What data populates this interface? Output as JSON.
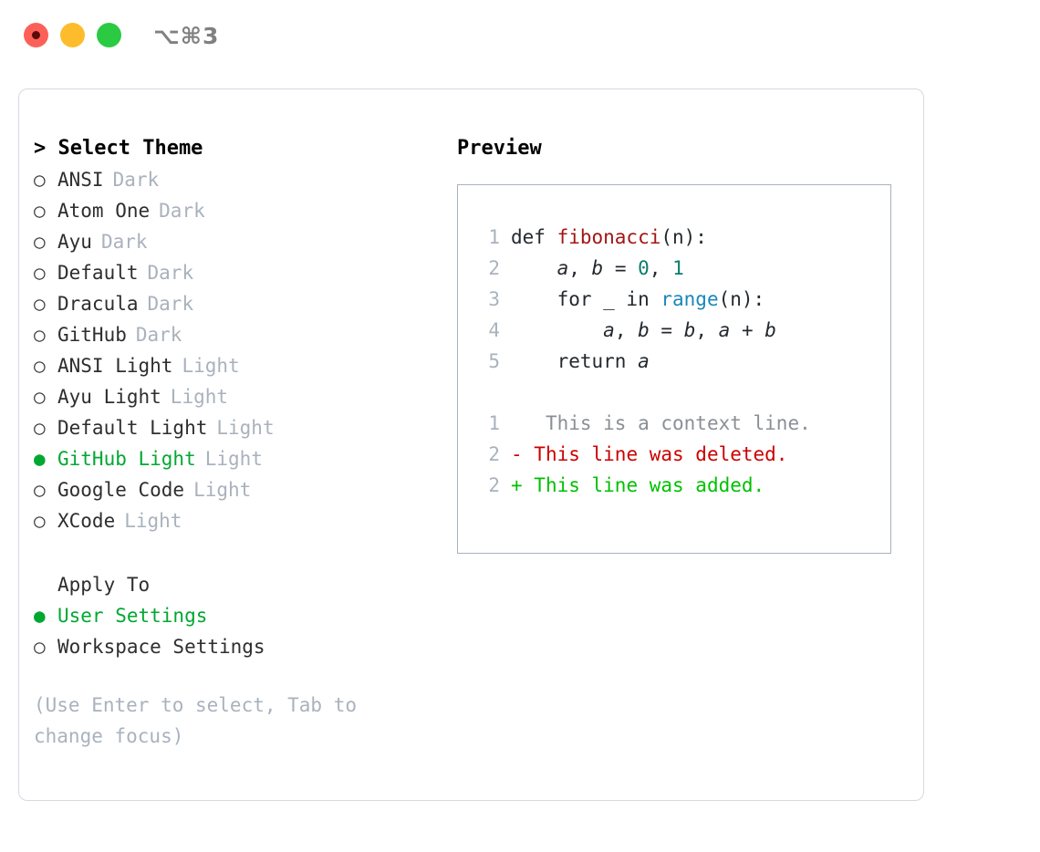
{
  "titlebar": {
    "shortcut": "⌥⌘3",
    "buttons": [
      "close",
      "minimize",
      "zoom"
    ]
  },
  "theme_section": {
    "heading": "> Select Theme",
    "items": [
      {
        "bullet": "○",
        "label": "ANSI",
        "tag": "Dark",
        "selected": false
      },
      {
        "bullet": "○",
        "label": "Atom One",
        "tag": "Dark",
        "selected": false
      },
      {
        "bullet": "○",
        "label": "Ayu",
        "tag": "Dark",
        "selected": false
      },
      {
        "bullet": "○",
        "label": "Default",
        "tag": "Dark",
        "selected": false
      },
      {
        "bullet": "○",
        "label": "Dracula",
        "tag": "Dark",
        "selected": false
      },
      {
        "bullet": "○",
        "label": "GitHub",
        "tag": "Dark",
        "selected": false
      },
      {
        "bullet": "○",
        "label": "ANSI Light",
        "tag": "Light",
        "selected": false
      },
      {
        "bullet": "○",
        "label": "Ayu Light",
        "tag": "Light",
        "selected": false
      },
      {
        "bullet": "○",
        "label": "Default Light",
        "tag": "Light",
        "selected": false
      },
      {
        "bullet": "●",
        "label": "GitHub Light",
        "tag": "Light",
        "selected": true
      },
      {
        "bullet": "○",
        "label": "Google Code",
        "tag": "Light",
        "selected": false
      },
      {
        "bullet": "○",
        "label": "XCode",
        "tag": "Light",
        "selected": false
      }
    ]
  },
  "apply_section": {
    "heading": "Apply To",
    "items": [
      {
        "bullet": "●",
        "label": "User Settings",
        "selected": true
      },
      {
        "bullet": "○",
        "label": "Workspace Settings",
        "selected": false
      }
    ]
  },
  "hint": "(Use Enter to select, Tab to change focus)",
  "preview": {
    "heading": "Preview",
    "code_lines": [
      {
        "num": "1",
        "segments": [
          {
            "text": "def ",
            "kind": "plain"
          },
          {
            "text": "fibonacci",
            "kind": "fn"
          },
          {
            "text": "(n):",
            "kind": "plain"
          }
        ]
      },
      {
        "num": "2",
        "segments": [
          {
            "text": "    ",
            "kind": "plain"
          },
          {
            "text": "a",
            "kind": "var"
          },
          {
            "text": ", ",
            "kind": "plain"
          },
          {
            "text": "b",
            "kind": "var"
          },
          {
            "text": " = ",
            "kind": "plain"
          },
          {
            "text": "0",
            "kind": "num"
          },
          {
            "text": ", ",
            "kind": "plain"
          },
          {
            "text": "1",
            "kind": "num"
          }
        ]
      },
      {
        "num": "3",
        "segments": [
          {
            "text": "    for _ in ",
            "kind": "plain"
          },
          {
            "text": "range",
            "kind": "call"
          },
          {
            "text": "(n):",
            "kind": "plain"
          }
        ]
      },
      {
        "num": "4",
        "segments": [
          {
            "text": "        ",
            "kind": "plain"
          },
          {
            "text": "a",
            "kind": "var"
          },
          {
            "text": ", ",
            "kind": "plain"
          },
          {
            "text": "b",
            "kind": "var"
          },
          {
            "text": " = ",
            "kind": "plain"
          },
          {
            "text": "b",
            "kind": "var"
          },
          {
            "text": ", ",
            "kind": "plain"
          },
          {
            "text": "a",
            "kind": "var"
          },
          {
            "text": " + ",
            "kind": "plain"
          },
          {
            "text": "b",
            "kind": "var"
          }
        ]
      },
      {
        "num": "5",
        "segments": [
          {
            "text": "    return ",
            "kind": "plain"
          },
          {
            "text": "a",
            "kind": "var"
          }
        ]
      }
    ],
    "diff_lines": [
      {
        "num": "1",
        "marker": " ",
        "text": "  This is a context line.",
        "kind": "context"
      },
      {
        "num": "2",
        "marker": "-",
        "text": " This line was deleted.",
        "kind": "deleted"
      },
      {
        "num": "2",
        "marker": "+",
        "text": " This line was added.",
        "kind": "added"
      }
    ]
  },
  "colors": {
    "accent_green": "#00a832",
    "muted": "#a9b2bd",
    "diff_deleted": "#cc0000",
    "diff_added": "#00c000",
    "token_function": "#a31515",
    "token_number": "#0b7c6b",
    "token_call": "#1b87b8"
  }
}
